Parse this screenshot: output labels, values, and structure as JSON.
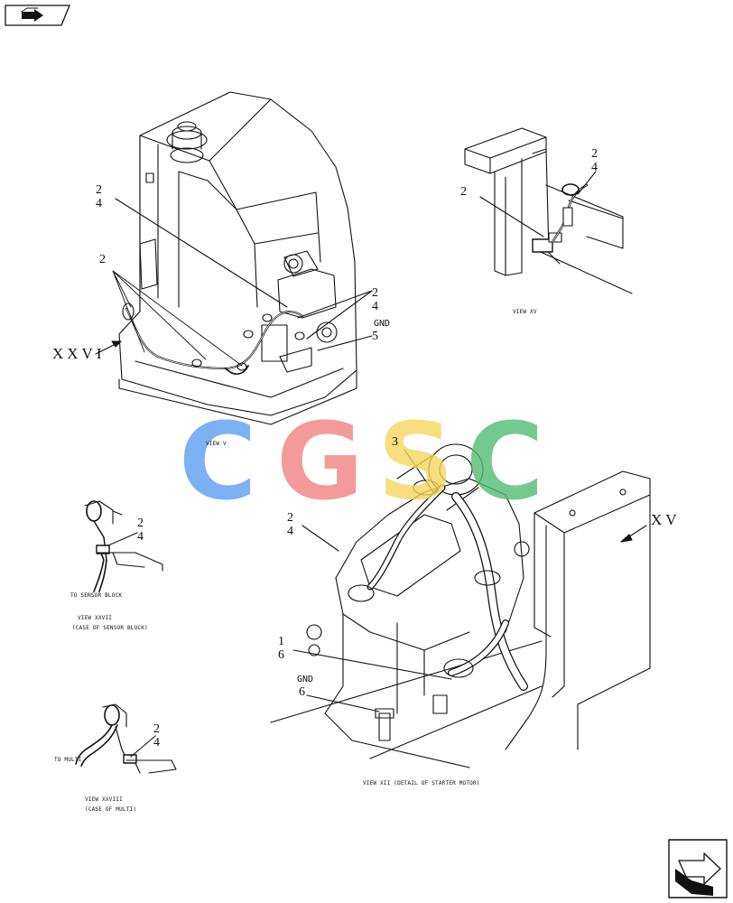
{
  "views": {
    "v": {
      "caption": "VIEW V"
    },
    "xv": {
      "caption": "VIEW XV",
      "marker": "XV"
    },
    "xxvi": {
      "marker": "XXVI"
    },
    "xxvii": {
      "caption": "VIEW XXVII",
      "subcaption": "(CASE OF SENSOR BLOCK)",
      "note": "TO SENSOR BLOCK"
    },
    "xxviii": {
      "caption": "VIEW XXVIII",
      "subcaption": "(CASE OF MULTI)",
      "note": "TO MULTI"
    },
    "xii": {
      "caption": "VIEW XII (DETAIL OF STARTER MOTOR)"
    }
  },
  "callouts": {
    "v_24_top": {
      "a": "2",
      "b": "4"
    },
    "v_2_left": {
      "a": "2"
    },
    "v_24_right": {
      "a": "2",
      "b": "4"
    },
    "v_gnd": "GND",
    "v_5": "5",
    "xv_24": {
      "a": "2",
      "b": "4"
    },
    "xv_2": "2",
    "xxvii_24": {
      "a": "2",
      "b": "4"
    },
    "xxviii_24": {
      "a": "2",
      "b": "4"
    },
    "xii_3": "3",
    "xii_24": {
      "a": "2",
      "b": "4"
    },
    "xii_16": {
      "a": "1",
      "b": "6"
    },
    "xii_gnd": "GND",
    "xii_6": "6"
  },
  "watermark": {
    "letters": [
      "C",
      "G",
      "S",
      "C"
    ],
    "colors": [
      "#5b9cf2",
      "#f08080",
      "#f5d65c",
      "#4fba72"
    ]
  },
  "icons": [
    "book-nav-icon",
    "next-page-arrow-icon"
  ]
}
